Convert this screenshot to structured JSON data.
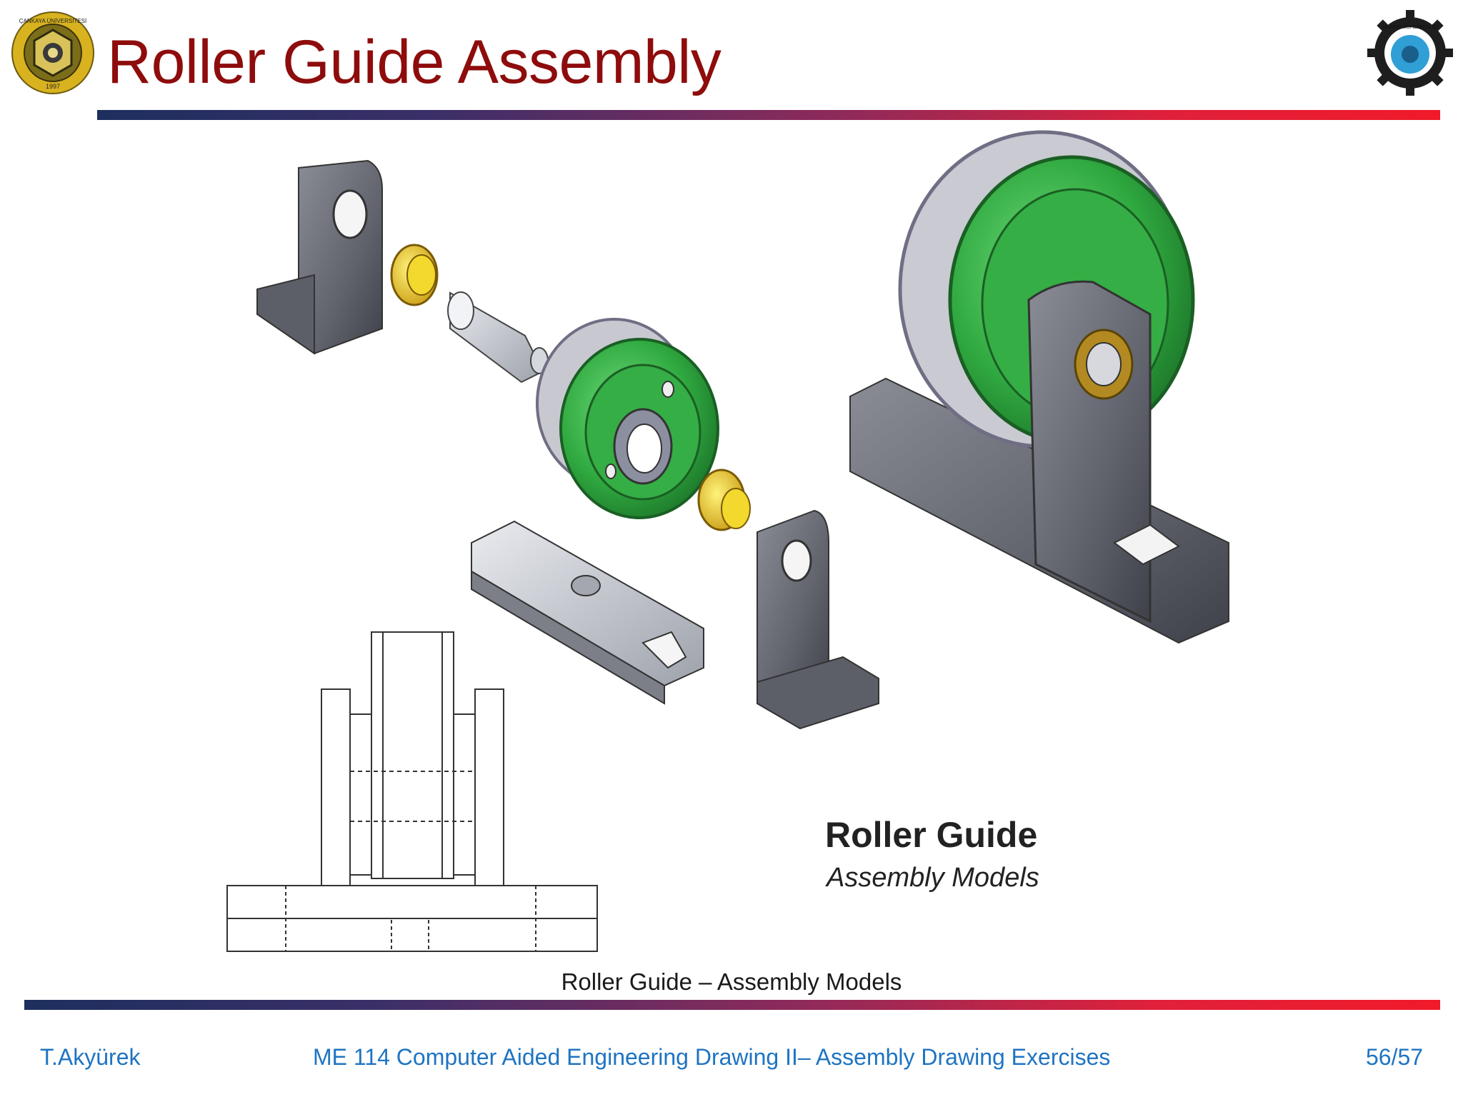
{
  "slide": {
    "title": "Roller Guide Assembly",
    "figure_title": "Roller Guide",
    "figure_subtitle": "Assembly Models",
    "caption": "Roller Guide – Assembly Models"
  },
  "logos": {
    "left_text": "ÇANKAYA ÜNİVERSİTESİ",
    "left_year": "1997",
    "right_text": "MAKİNE MÜHENDİSLİĞİ"
  },
  "footer": {
    "author": "T.Akyürek",
    "course": "ME 114 Computer Aided Engineering Drawing II– Assembly Drawing Exercises",
    "page": "56/57"
  },
  "colors": {
    "title": "#8e0c0c",
    "footer_text": "#1f74c2",
    "roller_green": "#3bb54a",
    "bushing_yellow": "#e8c31c",
    "bracket_gray": "#6d6f7a"
  }
}
